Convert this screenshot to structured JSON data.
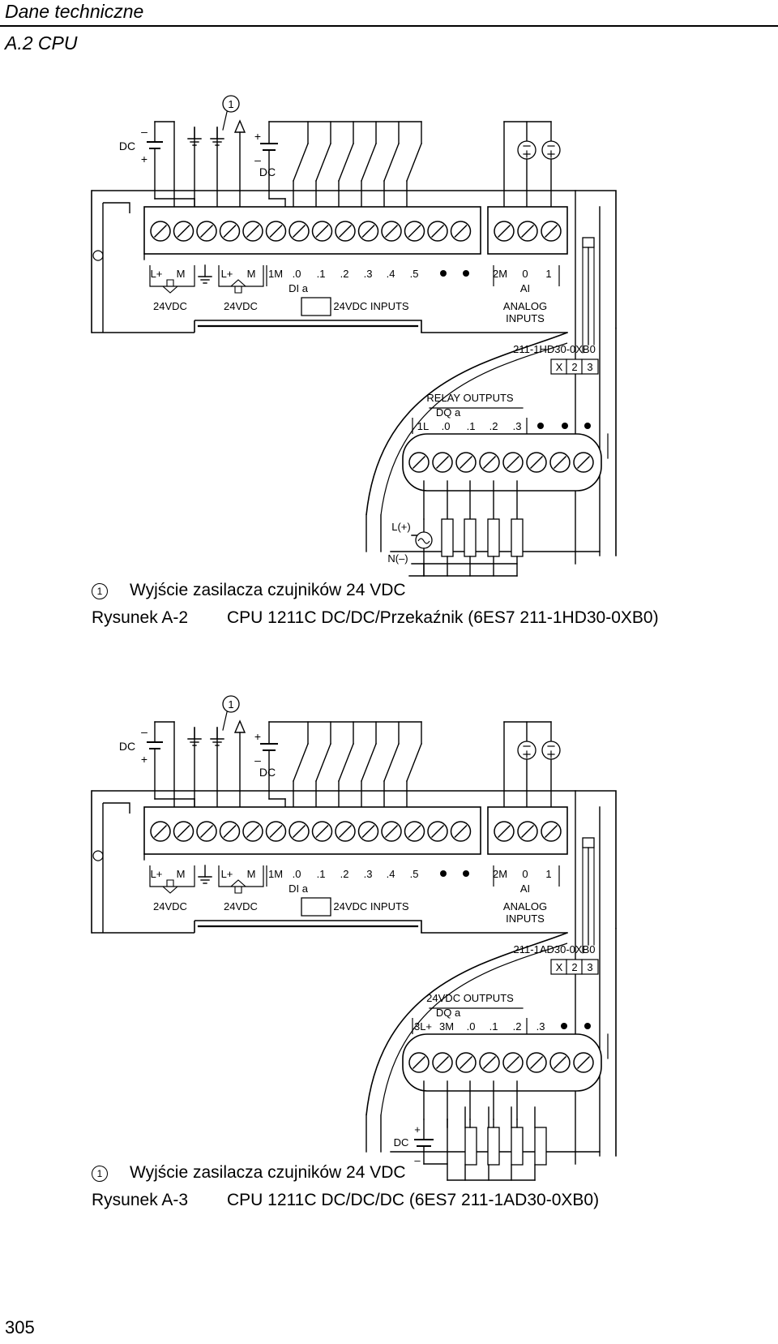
{
  "header": {
    "chapter": "Dane techniczne",
    "section": "A.2 CPU"
  },
  "figures": [
    {
      "callout": "1",
      "supply": {
        "dc": "DC",
        "plus": "+",
        "minus": "–"
      },
      "terminals_top_left": [
        "L+",
        "M",
        "L+",
        "M",
        "1M",
        ".0",
        ".1",
        ".2",
        ".3",
        ".4",
        ".5"
      ],
      "terminals_top_right": [
        "2M",
        "0",
        "1"
      ],
      "group_labels": {
        "power": "24VDC",
        "sensor": "24VDC",
        "di": "DI a",
        "inputs": "24VDC INPUTS",
        "ai": "AI",
        "analog1": "ANALOG",
        "analog2": "INPUTS"
      },
      "model": "211-1HD30-0XB0",
      "version_boxes": [
        "X",
        "2",
        "3"
      ],
      "outputs_title": "RELAY OUTPUTS",
      "dq": "DQ a",
      "terminals_bottom": [
        "1L",
        ".0",
        ".1",
        ".2",
        ".3"
      ],
      "load_labels": [
        "L(+)",
        "N(–)"
      ],
      "note_num": "1",
      "note_text": "Wyjście zasilacza czujników 24 VDC",
      "caption_label": "Rysunek A-2",
      "caption_text": "CPU 1211C DC/DC/Przekaźnik (6ES7 211-1HD30-0XB0)"
    },
    {
      "callout": "1",
      "supply": {
        "dc": "DC",
        "plus": "+",
        "minus": "–"
      },
      "terminals_top_left": [
        "L+",
        "M",
        "L+",
        "M",
        "1M",
        ".0",
        ".1",
        ".2",
        ".3",
        ".4",
        ".5"
      ],
      "terminals_top_right": [
        "2M",
        "0",
        "1"
      ],
      "group_labels": {
        "power": "24VDC",
        "sensor": "24VDC",
        "di": "DI a",
        "inputs": "24VDC INPUTS",
        "ai": "AI",
        "analog1": "ANALOG",
        "analog2": "INPUTS"
      },
      "model": "211-1AD30-0XB0",
      "version_boxes": [
        "X",
        "2",
        "3"
      ],
      "outputs_title": "24VDC OUTPUTS",
      "dq": "DQ a",
      "terminals_bottom": [
        "3L+",
        "3M",
        ".0",
        ".1",
        ".2",
        ".3"
      ],
      "load_labels": [
        "DC",
        "+",
        "–"
      ],
      "note_num": "1",
      "note_text": "Wyjście zasilacza czujników 24 VDC",
      "caption_label": "Rysunek A-3",
      "caption_text": "CPU 1211C DC/DC/DC (6ES7 211-1AD30-0XB0)"
    }
  ],
  "page_number": "305"
}
